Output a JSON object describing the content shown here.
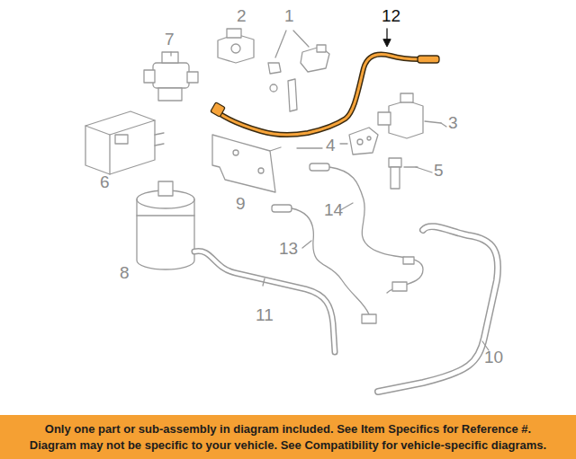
{
  "diagram": {
    "nodes": [
      {
        "text": [
          "Only one part or sub-assembly in diagram included. See Item Specifics for Reference #.",
          "Diagram may not be specific to your vehicle. See Compatibility for vehicle-specific diagrams."
        ]
      }
    ],
    "labels": [
      "12",
      "2",
      "1",
      "7",
      "3",
      "4",
      "5",
      "6",
      "9",
      "14",
      "8",
      "13",
      "11",
      "10"
    ]
  }
}
